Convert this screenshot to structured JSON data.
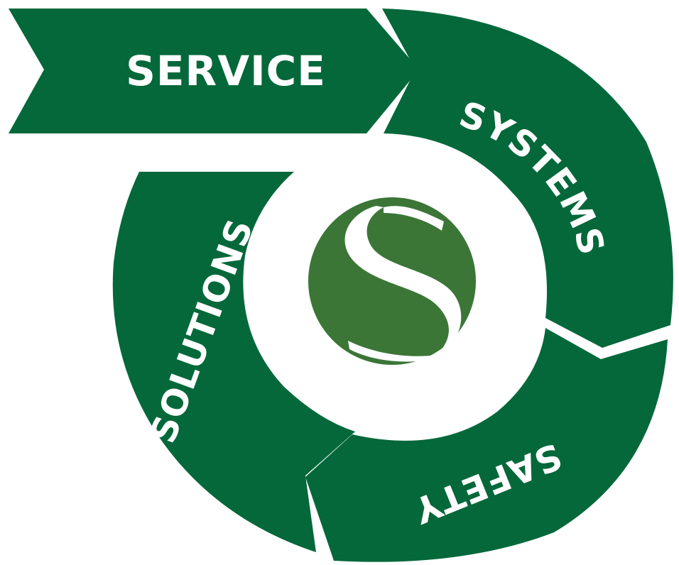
{
  "diagram": {
    "segments": [
      {
        "key": "service",
        "label": "SERVICE"
      },
      {
        "key": "systems",
        "label": "SYSTEMS"
      },
      {
        "key": "safety",
        "label": "SAFETY"
      },
      {
        "key": "solutions",
        "label": "SOLUTIONS"
      }
    ],
    "center_logo": {
      "icon": "s-logo-icon",
      "letter": "S"
    }
  },
  "colors": {
    "segment_fill": "#04683A",
    "logo_fill": "#3B7637",
    "label_text": "#FFFFFF",
    "background": "#FFFFFF"
  }
}
